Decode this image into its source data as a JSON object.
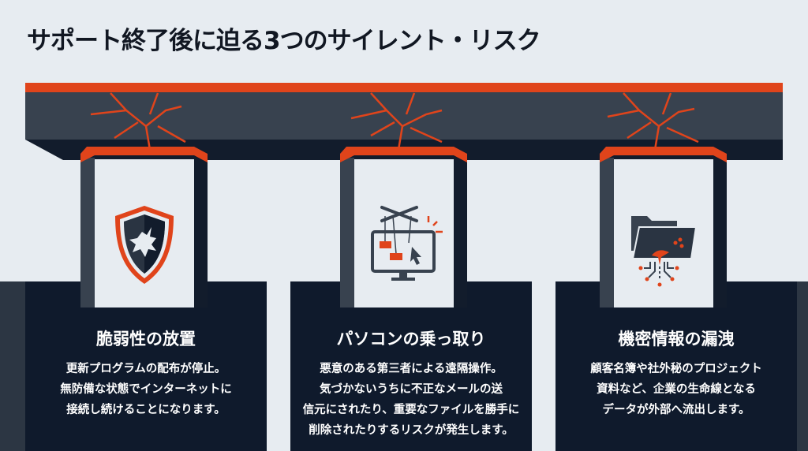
{
  "title": "サポート終了後に迫る3つのサイレント・リスク",
  "colors": {
    "accent": "#e0441b",
    "navy": "#0f1a2c",
    "slate": "#38424f",
    "background": "#e7ecf1"
  },
  "risks": [
    {
      "icon": "broken-shield-icon",
      "heading": "脆弱性の放置",
      "lines": [
        "更新プログラムの配布が停止。",
        "無防備な状態でインターネットに",
        "接続し続けることになります。"
      ]
    },
    {
      "icon": "hijacked-computer-icon",
      "heading": "パソコンの乗っ取り",
      "lines": [
        "悪意のある第三者による遠隔操作。",
        "気づかないうちに不正なメールの送",
        "信元にされたり、重要なファイルを勝手に",
        "削除されたりするリスクが発生します。"
      ]
    },
    {
      "icon": "leaking-folder-icon",
      "heading": "機密情報の漏洩",
      "lines": [
        "顧客名簿や社外秘のプロジェクト",
        "資料など、企業の生命線となる",
        "データが外部へ流出します。"
      ]
    }
  ]
}
